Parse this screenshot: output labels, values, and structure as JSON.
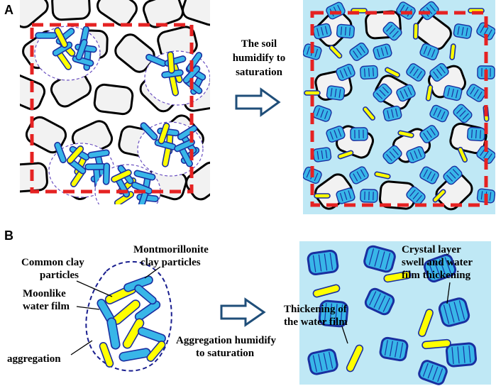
{
  "panel_a": {
    "letter": "A",
    "arrow_text": [
      "The soil",
      "humidify to",
      "saturation"
    ]
  },
  "panel_b": {
    "letter": "B",
    "labels": {
      "common_clay_1": "Common clay",
      "common_clay_2": "particles",
      "montmorillonite_1": "Montmorillonite",
      "montmorillonite_2": "clay particles",
      "moonlike_1": "Moonlike",
      "moonlike_2": "water film",
      "aggregation": "aggregation",
      "aggregation_humidify_1": "Aggregation humidify",
      "aggregation_humidify_2": "to saturation",
      "thickening_1": "Thickening of",
      "thickening_2": "the water film",
      "crystal_1": "Crystal layer",
      "crystal_2": "swell and water",
      "crystal_3": "film thickening"
    }
  },
  "colors": {
    "clay_blue": "#38b6e8",
    "clay_outline": "#1a2fa0",
    "water_film": "#ffff00",
    "saturated_bg": "#bfe8f5",
    "grain_fill": "#f2f2f2",
    "dashed_frame": "#e52222",
    "arrow_outline": "#1f4e79"
  }
}
